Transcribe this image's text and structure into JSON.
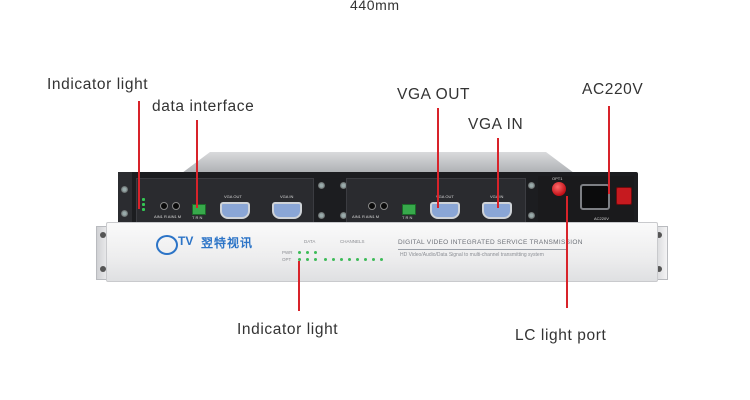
{
  "dimension_label": "440mm",
  "callouts": {
    "indicator_light_top": "Indicator light",
    "data_interface": "data interface",
    "vga_out": "VGA OUT",
    "vga_in": "VGA IN",
    "ac220v": "AC220V",
    "indicator_light_bottom": "Indicator light",
    "lc_light_port": "LC light port"
  },
  "back_panel": {
    "vga_out_port_label": "VGA OUT",
    "vga_in_port_label": "VGA IN",
    "opt_label": "OPT1",
    "power_label": "AC220V",
    "term_label": "T R N",
    "audio_labels": "AIN1 R  AIN1 M"
  },
  "front_panel": {
    "brand_letters": "TV",
    "brand_chinese": "翌特视讯",
    "data_label": "DATA",
    "channels_label": "CHANNELS",
    "pwr_label": "PWR",
    "opt_label": "OPT",
    "title": "DIGITAL VIDEO INTEGRATED SERVICE TRANSMISSION",
    "subtitle": "HD Video/Audio/Data Signal to multi-channel transmitting system"
  },
  "colors": {
    "callout_line": "#d8232a",
    "brand": "#2c74c7",
    "led": "#33c653"
  }
}
